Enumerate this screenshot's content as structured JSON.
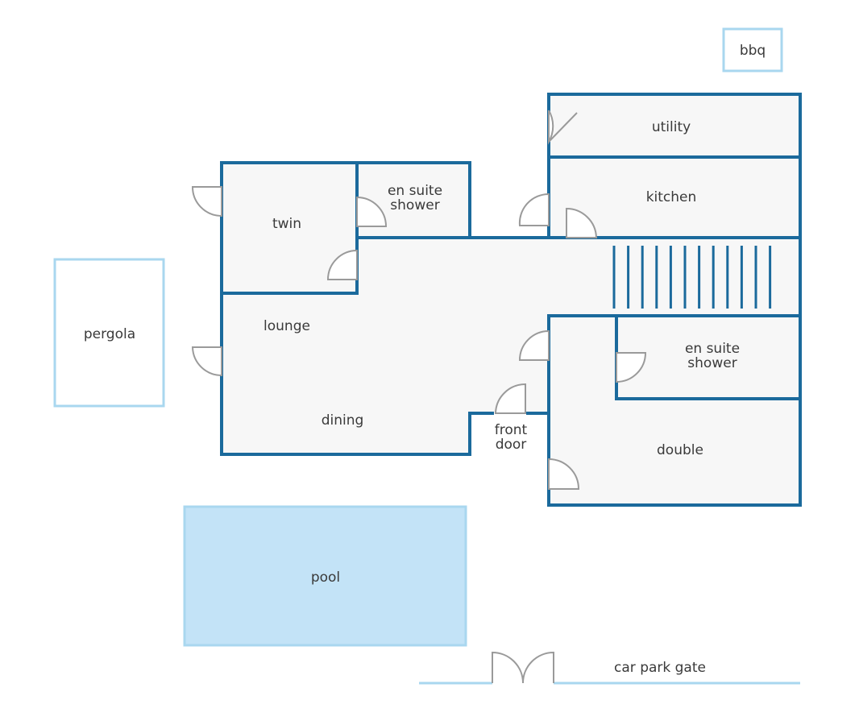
{
  "floor_plan": {
    "labels": {
      "bbq": "bbq",
      "utility": "utility",
      "kitchen": "kitchen",
      "twin": "twin",
      "en_suite_twin_1": "en suite",
      "en_suite_twin_2": "shower",
      "pergola": "pergola",
      "lounge": "lounge",
      "dining": "dining",
      "front_door_1": "front",
      "front_door_2": "door",
      "en_suite_double_1": "en suite",
      "en_suite_double_2": "shower",
      "double": "double",
      "pool": "pool",
      "car_park_gate": "car park gate"
    },
    "stair_treads": 12,
    "colors": {
      "wall": "#1b6a9c",
      "outdoor_outline": "#a9d7ef",
      "pool_fill": "#c3e3f7",
      "floor_fill": "#f7f7f7",
      "door": "#9a9a9a"
    }
  }
}
